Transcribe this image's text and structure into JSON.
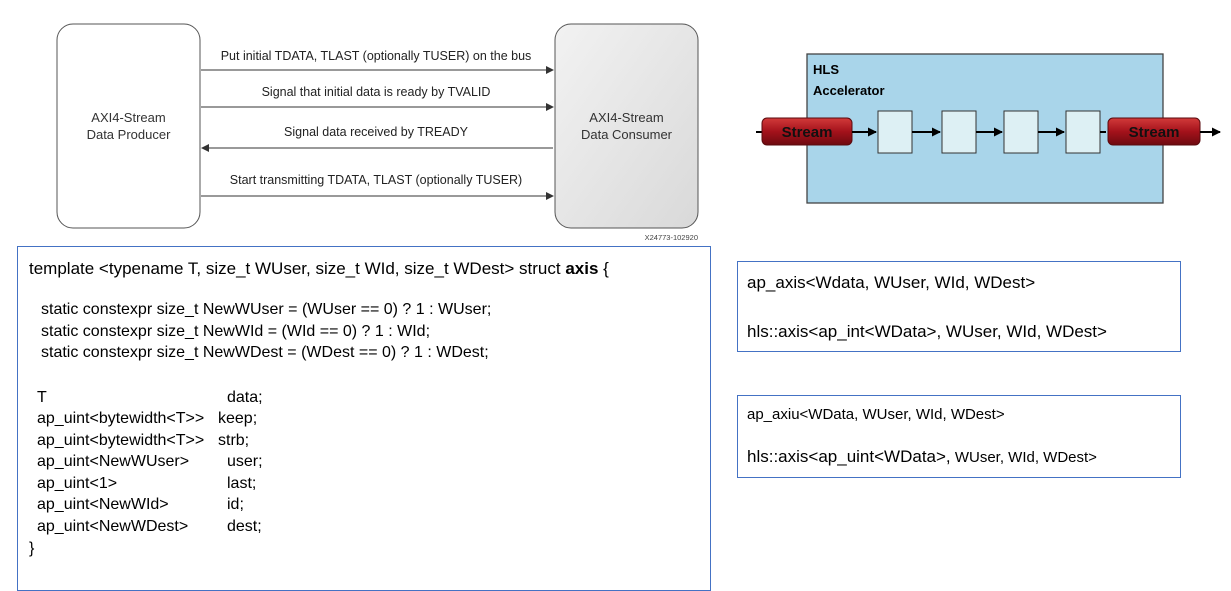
{
  "handshake": {
    "producer": [
      "AXI4-Stream",
      "Data Producer"
    ],
    "consumer": [
      "AXI4-Stream",
      "Data Consumer"
    ],
    "messages": [
      "Put initial TDATA, TLAST (optionally TUSER) on the bus",
      "Signal that initial data is ready by TVALID",
      "Signal data received by TREADY",
      "Start transmitting TDATA, TLAST (optionally TUSER)"
    ],
    "figure_id": "X24773-102920"
  },
  "hls": {
    "title_line1": "HLS",
    "title_line2": "Accelerator",
    "input_label": "Stream",
    "output_label": "Stream"
  },
  "struct": {
    "header_prefix": "template <typename T, size_t WUser, size_t WId, size_t WDest> struct ",
    "header_name": "axis",
    "header_suffix": " {",
    "constexpr_lines": [
      "static constexpr size_t NewWUser = (WUser == 0) ? 1 : WUser;",
      "static constexpr size_t NewWId = (WId == 0) ? 1 : WId;",
      "static constexpr size_t NewWDest = (WDest == 0) ? 1 : WDest;"
    ],
    "members": [
      {
        "type": "T",
        "name": "data;"
      },
      {
        "type": "ap_uint<bytewidth<T>>",
        "name": "keep;"
      },
      {
        "type": "ap_uint<bytewidth<T>>",
        "name": "strb;"
      },
      {
        "type": "ap_uint<NewWUser>",
        "name": "user;"
      },
      {
        "type": "ap_uint<1>",
        "name": "last;"
      },
      {
        "type": "ap_uint<NewWId>",
        "name": "id;"
      },
      {
        "type": "ap_uint<NewWDest>",
        "name": "dest;"
      }
    ],
    "closing": "}"
  },
  "axis_box1": {
    "line1": "ap_axis<Wdata, WUser, WId, WDest>",
    "line2": "hls::axis<ap_int<WData>, WUser, WId, WDest>"
  },
  "axis_box2": {
    "line1": "ap_axiu<WData, WUser, WId, WDest>",
    "line2_big": "hls::axis<ap_uint<WData>,",
    "line2_small": " WUser, WId, WDest>"
  }
}
